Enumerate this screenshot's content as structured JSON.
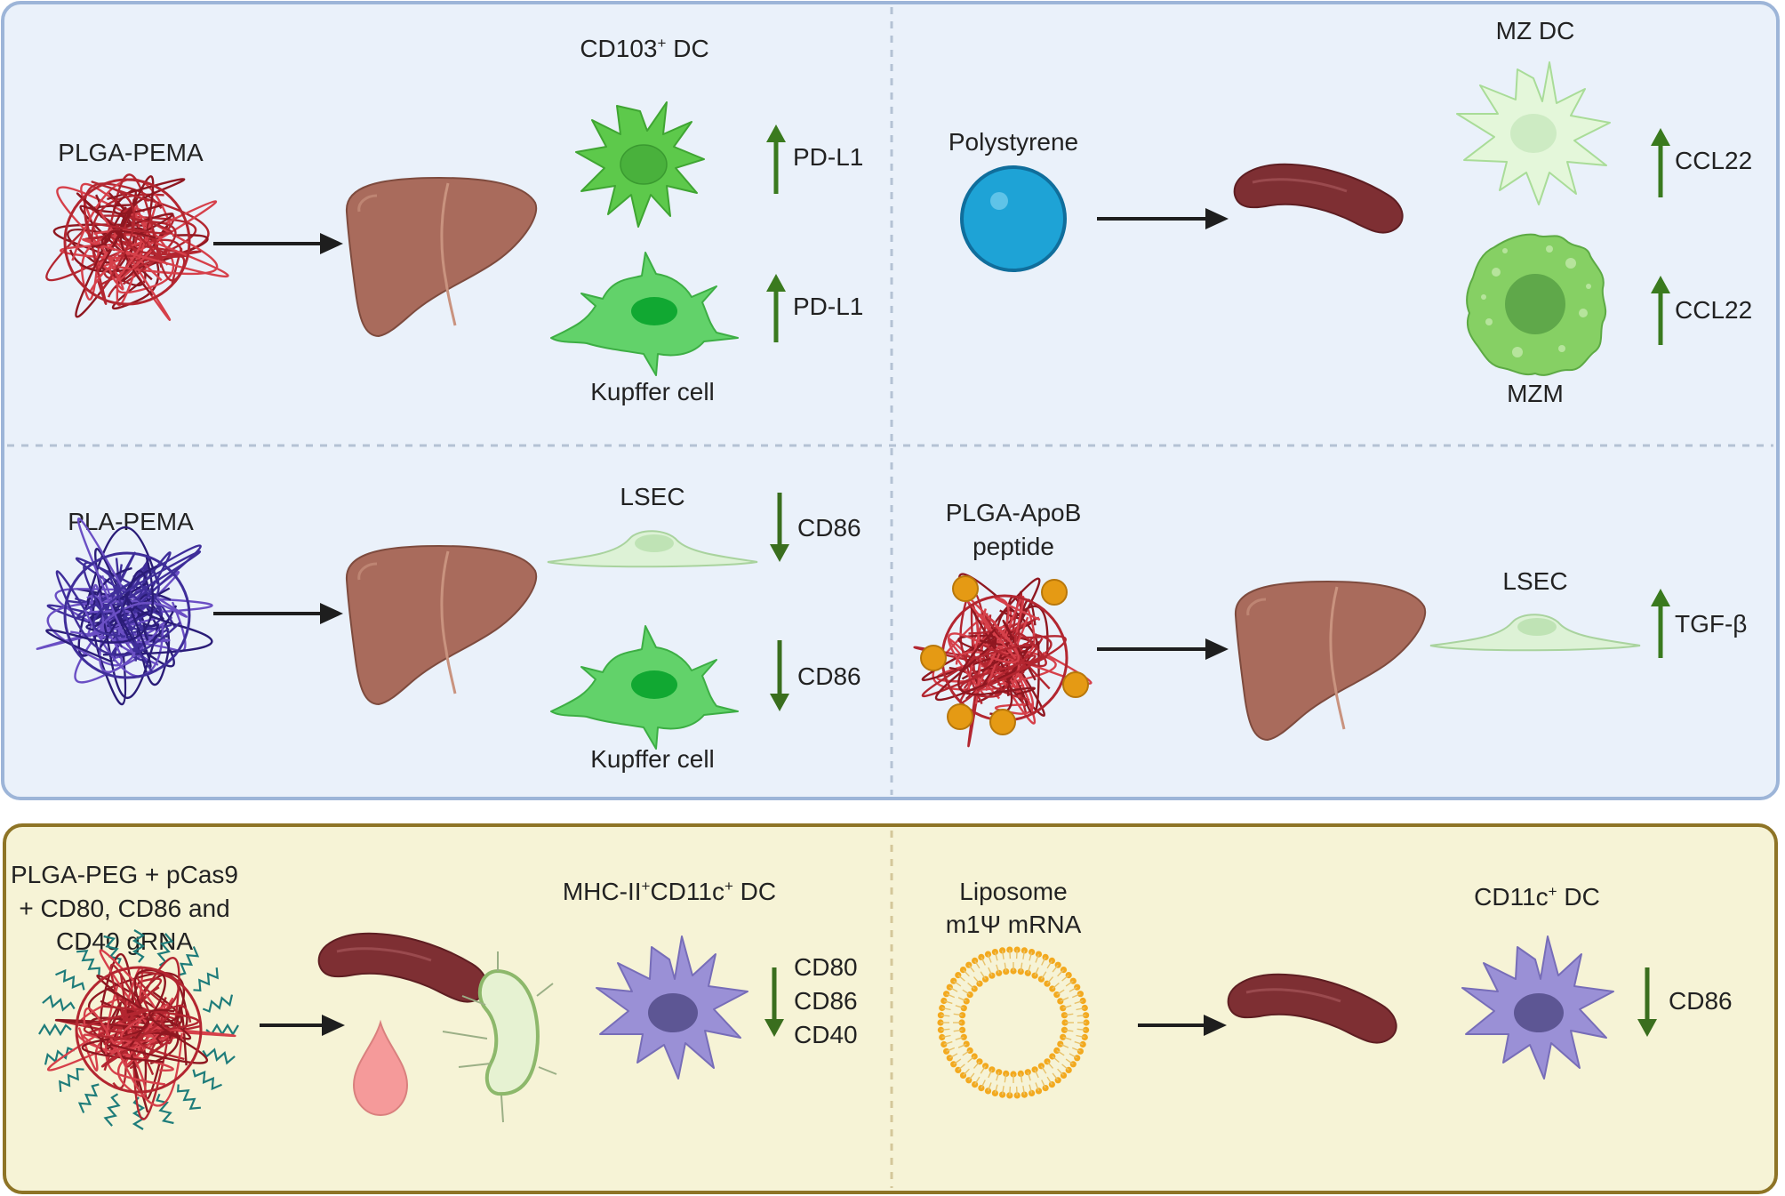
{
  "colors": {
    "top_panel_fill": "#EAF1FA",
    "top_panel_border": "#9DB5D8",
    "bottom_panel_fill": "#F6F3D6",
    "bottom_panel_border": "#8E7426",
    "up_arrow": "#3A7A1E",
    "down_arrow": "#3A6E1E",
    "liver": "#A96B5C",
    "spleen": "#7E2F33",
    "dc_green": "#5DC94B",
    "kupffer_green": "#62D26A",
    "lsec": "#DDF2D6",
    "polystyrene_blue": "#1EA3D6",
    "dc_purple": "#9A90D6",
    "plga_red": "#B32630",
    "pla_blue": "#3F2E9A",
    "apob_orange": "#E59A14"
  },
  "panels": {
    "plga_pema": {
      "particle_label": "PLGA-PEMA",
      "cell1_label_main": "CD103",
      "cell1_label_sup": "+",
      "cell1_label_tail": " DC",
      "cell1_marker": "PD-L1",
      "cell1_direction": "up",
      "cell2_label": "Kupffer cell",
      "cell2_marker": "PD-L1",
      "cell2_direction": "up"
    },
    "polystyrene": {
      "particle_label": "Polystyrene",
      "cell1_label": "MZ DC",
      "cell1_marker": "CCL22",
      "cell1_direction": "up",
      "cell2_label": "MZM",
      "cell2_marker": "CCL22",
      "cell2_direction": "up"
    },
    "pla_pema": {
      "particle_label": "PLA-PEMA",
      "cell1_label": "LSEC",
      "cell1_marker": "CD86",
      "cell1_direction": "down",
      "cell2_label": "Kupffer cell",
      "cell2_marker": "CD86",
      "cell2_direction": "down"
    },
    "plga_apob": {
      "particle_label_line1": "PLGA-ApoB",
      "particle_label_line2": "peptide",
      "cell_label": "LSEC",
      "cell_marker": "TGF-β",
      "cell_direction": "up"
    },
    "plga_peg": {
      "particle_label_line1": "PLGA-PEG + pCas9",
      "particle_label_line2": "+ CD80, CD86 and",
      "particle_label_line3": "CD40 gRNA",
      "cell_label_a": "MHC-II",
      "cell_label_sup1": "+",
      "cell_label_b": "CD11c",
      "cell_label_sup2": "+",
      "cell_label_c": " DC",
      "markers": [
        "CD80",
        "CD86",
        "CD40"
      ],
      "direction": "down"
    },
    "liposome": {
      "particle_label_line1": "Liposome",
      "particle_label_line2": "m1Ψ mRNA",
      "cell_label_main": "CD11c",
      "cell_label_sup": "+",
      "cell_label_tail": " DC",
      "cell_marker": "CD86",
      "cell_direction": "down"
    }
  }
}
